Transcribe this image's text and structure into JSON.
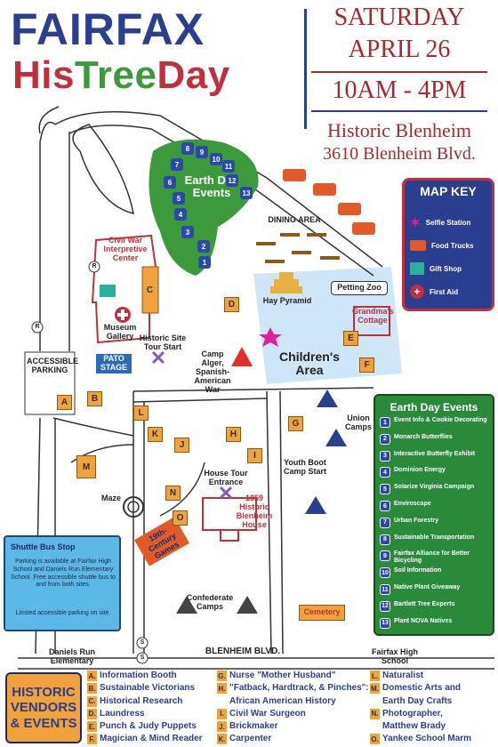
{
  "header": {
    "title_line1": "FAIRFAX",
    "title_his": "His",
    "title_tree": "Tree",
    "title_day": "Day",
    "day": "SATURDAY",
    "date": "APRIL 26",
    "hours": "10AM - 4PM",
    "venue": "Historic Blenheim",
    "address": "3610 Blenheim Blvd."
  },
  "map_key": {
    "title": "MAP KEY",
    "items": [
      {
        "label": "Selfie Station",
        "icon": "selfie-star-icon",
        "color": "#e0209a"
      },
      {
        "label": "Food Trucks",
        "icon": "food-truck-icon",
        "color": "#e05a2a"
      },
      {
        "label": "Gift Shop",
        "icon": "gift-icon",
        "color": "#2ab0a0"
      },
      {
        "label": "First Aid",
        "icon": "first-aid-icon",
        "color": "#c0303a"
      }
    ]
  },
  "map_labels": {
    "earth_day_events": "Earth Day Events",
    "dining_area": "DINING AREA",
    "civil_war_center": "Civil War Interpretive Center",
    "museum_gallery": "Museum Gallery",
    "pato_stage": "PATO STAGE",
    "historic_site_tour": "Historic Site Tour Start",
    "hay_pyramid": "Hay Pyramid",
    "petting_zoo": "Petting Zoo",
    "grandmas_cottage": "Grandma's Cottage",
    "childrens_area": "Children's Area",
    "camp_alger": "Camp Alger, Spanish-American War",
    "accessible_parking": "ACCESSIBLE PARKING",
    "union_camps": "Union Camps",
    "youth_boot_camp": "Youth Boot Camp Start",
    "house_tour": "House Tour Entrance",
    "blenheim_house": "1859 Historic Blenheim House",
    "maze": "Maze",
    "games": "19th-Century Games",
    "confederate_camps": "Confederate Camps",
    "cemetery": "Cemetery",
    "blenheim_blvd": "BLENHEIM BLVD.",
    "daniels_run": "Daniels Run Elementary",
    "fairfax_high": "Fairfax High School",
    "r_marker": "R",
    "s_marker": "S"
  },
  "zone_letters": [
    "A",
    "B",
    "C",
    "D",
    "E",
    "F",
    "G",
    "H",
    "I",
    "J",
    "K",
    "L",
    "M",
    "N",
    "O"
  ],
  "map_numbers": [
    "1",
    "2",
    "3",
    "4",
    "5",
    "6",
    "7",
    "8",
    "9",
    "10",
    "11",
    "12",
    "13"
  ],
  "shuttle": {
    "title": "Shuttle Bus Stop",
    "body": "Parking is available at Fairfax High School and Daniels Run Elementary School. Free accessible shuttle bus to and from both sites.",
    "note": "Limited accessible parking on site."
  },
  "earth_day_events": {
    "title": "Earth Day Events",
    "items": [
      {
        "num": "1",
        "label": "Event Info & Cookie Decorating"
      },
      {
        "num": "2",
        "label": "Monarch Butterflies"
      },
      {
        "num": "3",
        "label": "Interactive Butterfly Exhibit"
      },
      {
        "num": "4",
        "label": "Dominion Energy"
      },
      {
        "num": "5",
        "label": "Solarize Virginia Campaign"
      },
      {
        "num": "6",
        "label": "Enviroscape"
      },
      {
        "num": "7",
        "label": "Urban Forestry"
      },
      {
        "num": "8",
        "label": "Sustainable Transportation"
      },
      {
        "num": "9",
        "label": "Fairfax Alliance for Better Bicycling"
      },
      {
        "num": "10",
        "label": "Soil Information"
      },
      {
        "num": "11",
        "label": "Native Plant Giveaway"
      },
      {
        "num": "12",
        "label": "Bartlett Tree Experts"
      },
      {
        "num": "13",
        "label": "Plant NOVA Natives"
      }
    ]
  },
  "vendors": {
    "title": "HISTORIC VENDORS & EVENTS",
    "col1": [
      {
        "letter": "A.",
        "label": "Information Booth"
      },
      {
        "letter": "B.",
        "label": "Sustainable Victorians"
      },
      {
        "letter": "C.",
        "label": "Historical Research"
      },
      {
        "letter": "D.",
        "label": "Laundress"
      },
      {
        "letter": "E.",
        "label": "Punch & Judy Puppets"
      },
      {
        "letter": "F.",
        "label": "Magician & Mind Reader"
      }
    ],
    "col2": [
      {
        "letter": "G.",
        "label": "Nurse \"Mother Husband\""
      },
      {
        "letter": "H.",
        "label": "\"Fatback, Hardtrack, & Pinches\":"
      },
      {
        "letter": "",
        "label": "African American History"
      },
      {
        "letter": "I.",
        "label": "Civil War Surgeon"
      },
      {
        "letter": "J.",
        "label": "Brickmaker"
      },
      {
        "letter": "K.",
        "label": "Carpenter"
      }
    ],
    "col3": [
      {
        "letter": "L.",
        "label": "Naturalist"
      },
      {
        "letter": "M.",
        "label": "Domestic Arts and"
      },
      {
        "letter": "",
        "label": "Earth Day Crafts"
      },
      {
        "letter": "N.",
        "label": "Photographer,"
      },
      {
        "letter": "",
        "label": "Matthew Brady"
      },
      {
        "letter": "O.",
        "label": "Yankee School Marm"
      }
    ]
  },
  "colors": {
    "navy": "#2a3f8f",
    "red": "#c0303a",
    "green": "#3c9a3c",
    "orange": "#f2a23a",
    "light_blue": "#cfe6f8"
  }
}
